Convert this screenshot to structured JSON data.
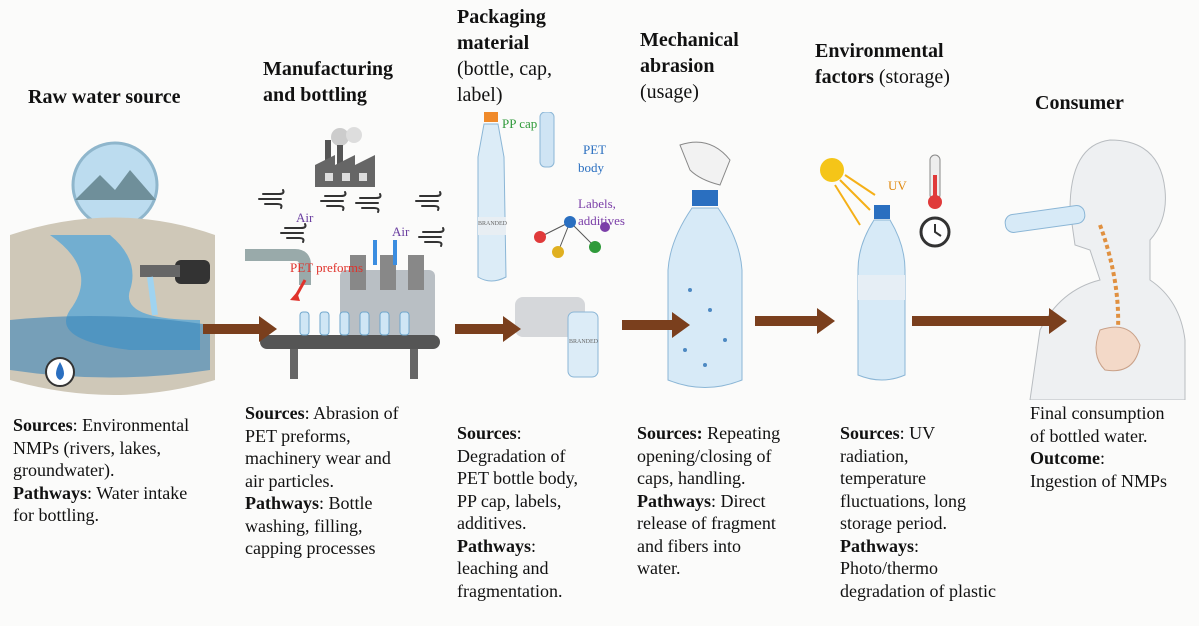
{
  "stages": [
    {
      "id": "raw-water-source",
      "title": [
        [
          {
            "b": "Raw water source"
          }
        ]
      ],
      "body": [
        [
          {
            "b": "Sources"
          },
          {
            "t": ": Environmental"
          }
        ],
        [
          {
            "t": "NMPs (rivers, lakes,"
          }
        ],
        [
          {
            "t": "groundwater)."
          }
        ],
        [
          {
            "b": "Pathways"
          },
          {
            "t": ": Water intake"
          }
        ],
        [
          {
            "t": "for bottling."
          }
        ]
      ]
    },
    {
      "id": "manufacturing",
      "title": [
        [
          {
            "b": "Manufacturing"
          }
        ],
        [
          {
            "b": "and bottling"
          }
        ]
      ],
      "body": [
        [
          {
            "b": "Sources"
          },
          {
            "t": ": Abrasion of"
          }
        ],
        [
          {
            "t": "PET preforms,"
          }
        ],
        [
          {
            "t": "machinery wear and"
          }
        ],
        [
          {
            "t": "air particles."
          }
        ],
        [
          {
            "b": "Pathways"
          },
          {
            "t": ": Bottle"
          }
        ],
        [
          {
            "t": "washing, filling,"
          }
        ],
        [
          {
            "t": "capping processes"
          }
        ]
      ]
    },
    {
      "id": "packaging",
      "title": [
        [
          {
            "b": "Packaging"
          }
        ],
        [
          {
            "b": "material"
          }
        ],
        [
          {
            "t": "(bottle, cap,"
          }
        ],
        [
          {
            "t": "label)"
          }
        ]
      ],
      "body": [
        [
          {
            "b": "Sources"
          },
          {
            "t": ":"
          }
        ],
        [
          {
            "t": "Degradation of"
          }
        ],
        [
          {
            "t": "PET bottle body,"
          }
        ],
        [
          {
            "t": "PP cap, labels,"
          }
        ],
        [
          {
            "t": "additives."
          }
        ],
        [
          {
            "b": "Pathways"
          },
          {
            "t": ":"
          }
        ],
        [
          {
            "t": "leaching and"
          }
        ],
        [
          {
            "t": "fragmentation."
          }
        ]
      ]
    },
    {
      "id": "mechanical",
      "title": [
        [
          {
            "b": "Mechanical"
          }
        ],
        [
          {
            "b": "abrasion"
          }
        ],
        [
          {
            "t": "(usage)"
          }
        ]
      ],
      "body": [
        [
          {
            "b": "Sources:"
          },
          {
            "t": " Repeating"
          }
        ],
        [
          {
            "t": "opening/closing of"
          }
        ],
        [
          {
            "t": "caps, handling."
          }
        ],
        [
          {
            "b": "Pathways"
          },
          {
            "t": ": Direct"
          }
        ],
        [
          {
            "t": "release of fragment"
          }
        ],
        [
          {
            "t": "and fibers into"
          }
        ],
        [
          {
            "t": "water."
          }
        ]
      ]
    },
    {
      "id": "environmental",
      "title": [
        [
          {
            "b": "Environmental"
          }
        ],
        [
          {
            "b": "factors"
          },
          {
            "t": " (storage)"
          }
        ]
      ],
      "body": [
        [
          {
            "b": "Sources"
          },
          {
            "t": ": UV"
          }
        ],
        [
          {
            "t": "radiation,"
          }
        ],
        [
          {
            "t": "temperature"
          }
        ],
        [
          {
            "t": "fluctuations, long"
          }
        ],
        [
          {
            "t": "storage period."
          }
        ],
        [
          {
            "b": "Pathways"
          },
          {
            "t": ":"
          }
        ],
        [
          {
            "t": "Photo/thermo"
          }
        ],
        [
          {
            "t": "degradation of plastic"
          }
        ]
      ]
    },
    {
      "id": "consumer",
      "title": [
        [
          {
            "b": "Consumer"
          }
        ]
      ],
      "body": [
        [
          {
            "t": "Final consumption"
          }
        ],
        [
          {
            "t": "of bottled water."
          }
        ],
        [
          {
            "b": "Outcome"
          },
          {
            "t": ":"
          }
        ],
        [
          {
            "t": "Ingestion of NMPs"
          }
        ]
      ]
    }
  ],
  "labels": {
    "pet_preforms": "PET preforms",
    "air1": "Air",
    "air2": "Air",
    "pp_cap": "PP cap",
    "pet_body_1": "PET",
    "pet_body_2": "body",
    "labels_additives_1": "Labels,",
    "labels_additives_2": "additives",
    "uv": "UV",
    "branded_1": "BRANDED",
    "branded_2": "BRANDED"
  },
  "colors": {
    "arrow": "#7a3f1d",
    "pet_preforms": "#e0322b",
    "air": "#6a3ea0",
    "pp_cap": "#2f9a3a",
    "pet_body": "#2a6fc0",
    "labels_additives": "#7b3fa8",
    "uv": "#e08a10"
  }
}
